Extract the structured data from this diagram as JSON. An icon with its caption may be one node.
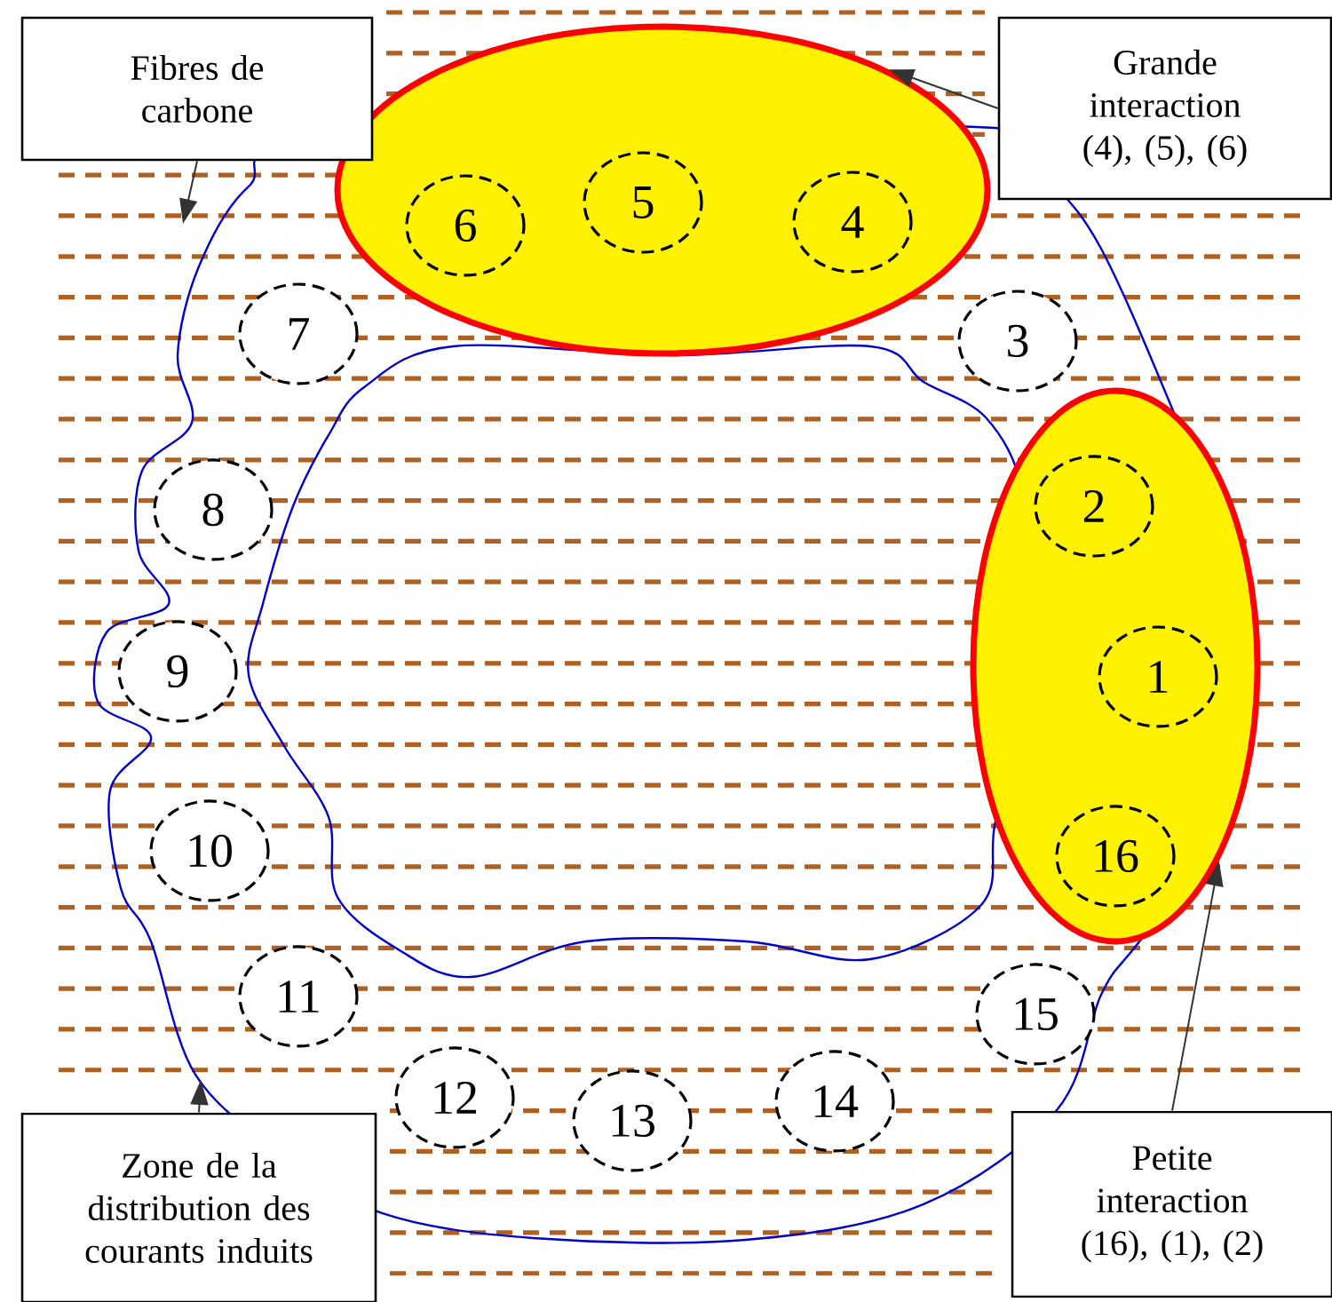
{
  "diagram": {
    "nodes": [
      {
        "text": [
          "Fibres de carbone"
        ]
      },
      {
        "text": [
          "Grande interaction (4), (5), (6)"
        ]
      },
      {
        "text": [],
        "shape": "ellipse"
      },
      {
        "text": [
          "6"
        ],
        "in": 2
      },
      {
        "text": [
          "5"
        ],
        "in": 2
      },
      {
        "text": [
          "4"
        ],
        "in": 2
      },
      {
        "text": [
          "7"
        ]
      },
      {
        "text": [
          "3"
        ]
      },
      {
        "text": [],
        "shape": "ellipse"
      },
      {
        "text": [
          "2"
        ],
        "in": 8
      },
      {
        "text": [
          "8"
        ]
      },
      {
        "text": [
          "9"
        ]
      },
      {
        "text": [
          "1"
        ],
        "in": 8
      },
      {
        "text": [
          "10"
        ]
      },
      {
        "text": [
          "16"
        ],
        "in": 8
      },
      {
        "text": [
          "11"
        ]
      },
      {
        "text": [
          "15"
        ]
      },
      {
        "text": [
          "12"
        ]
      },
      {
        "text": [
          "13"
        ]
      },
      {
        "text": [
          "14"
        ]
      },
      {
        "text": [
          "Zone de la distribution des courants induits"
        ]
      },
      {
        "text": [
          "Petite interaction (16), (1), (2)"
        ]
      }
    ],
    "edges": [
      {
        "from": 0,
        "to": null,
        "arrow": "to"
      },
      {
        "from": 1,
        "to": 2,
        "arrow": "to"
      },
      {
        "from": 20,
        "to": null,
        "arrow": "to"
      },
      {
        "from": 21,
        "to": 8,
        "arrow": "to"
      }
    ]
  }
}
